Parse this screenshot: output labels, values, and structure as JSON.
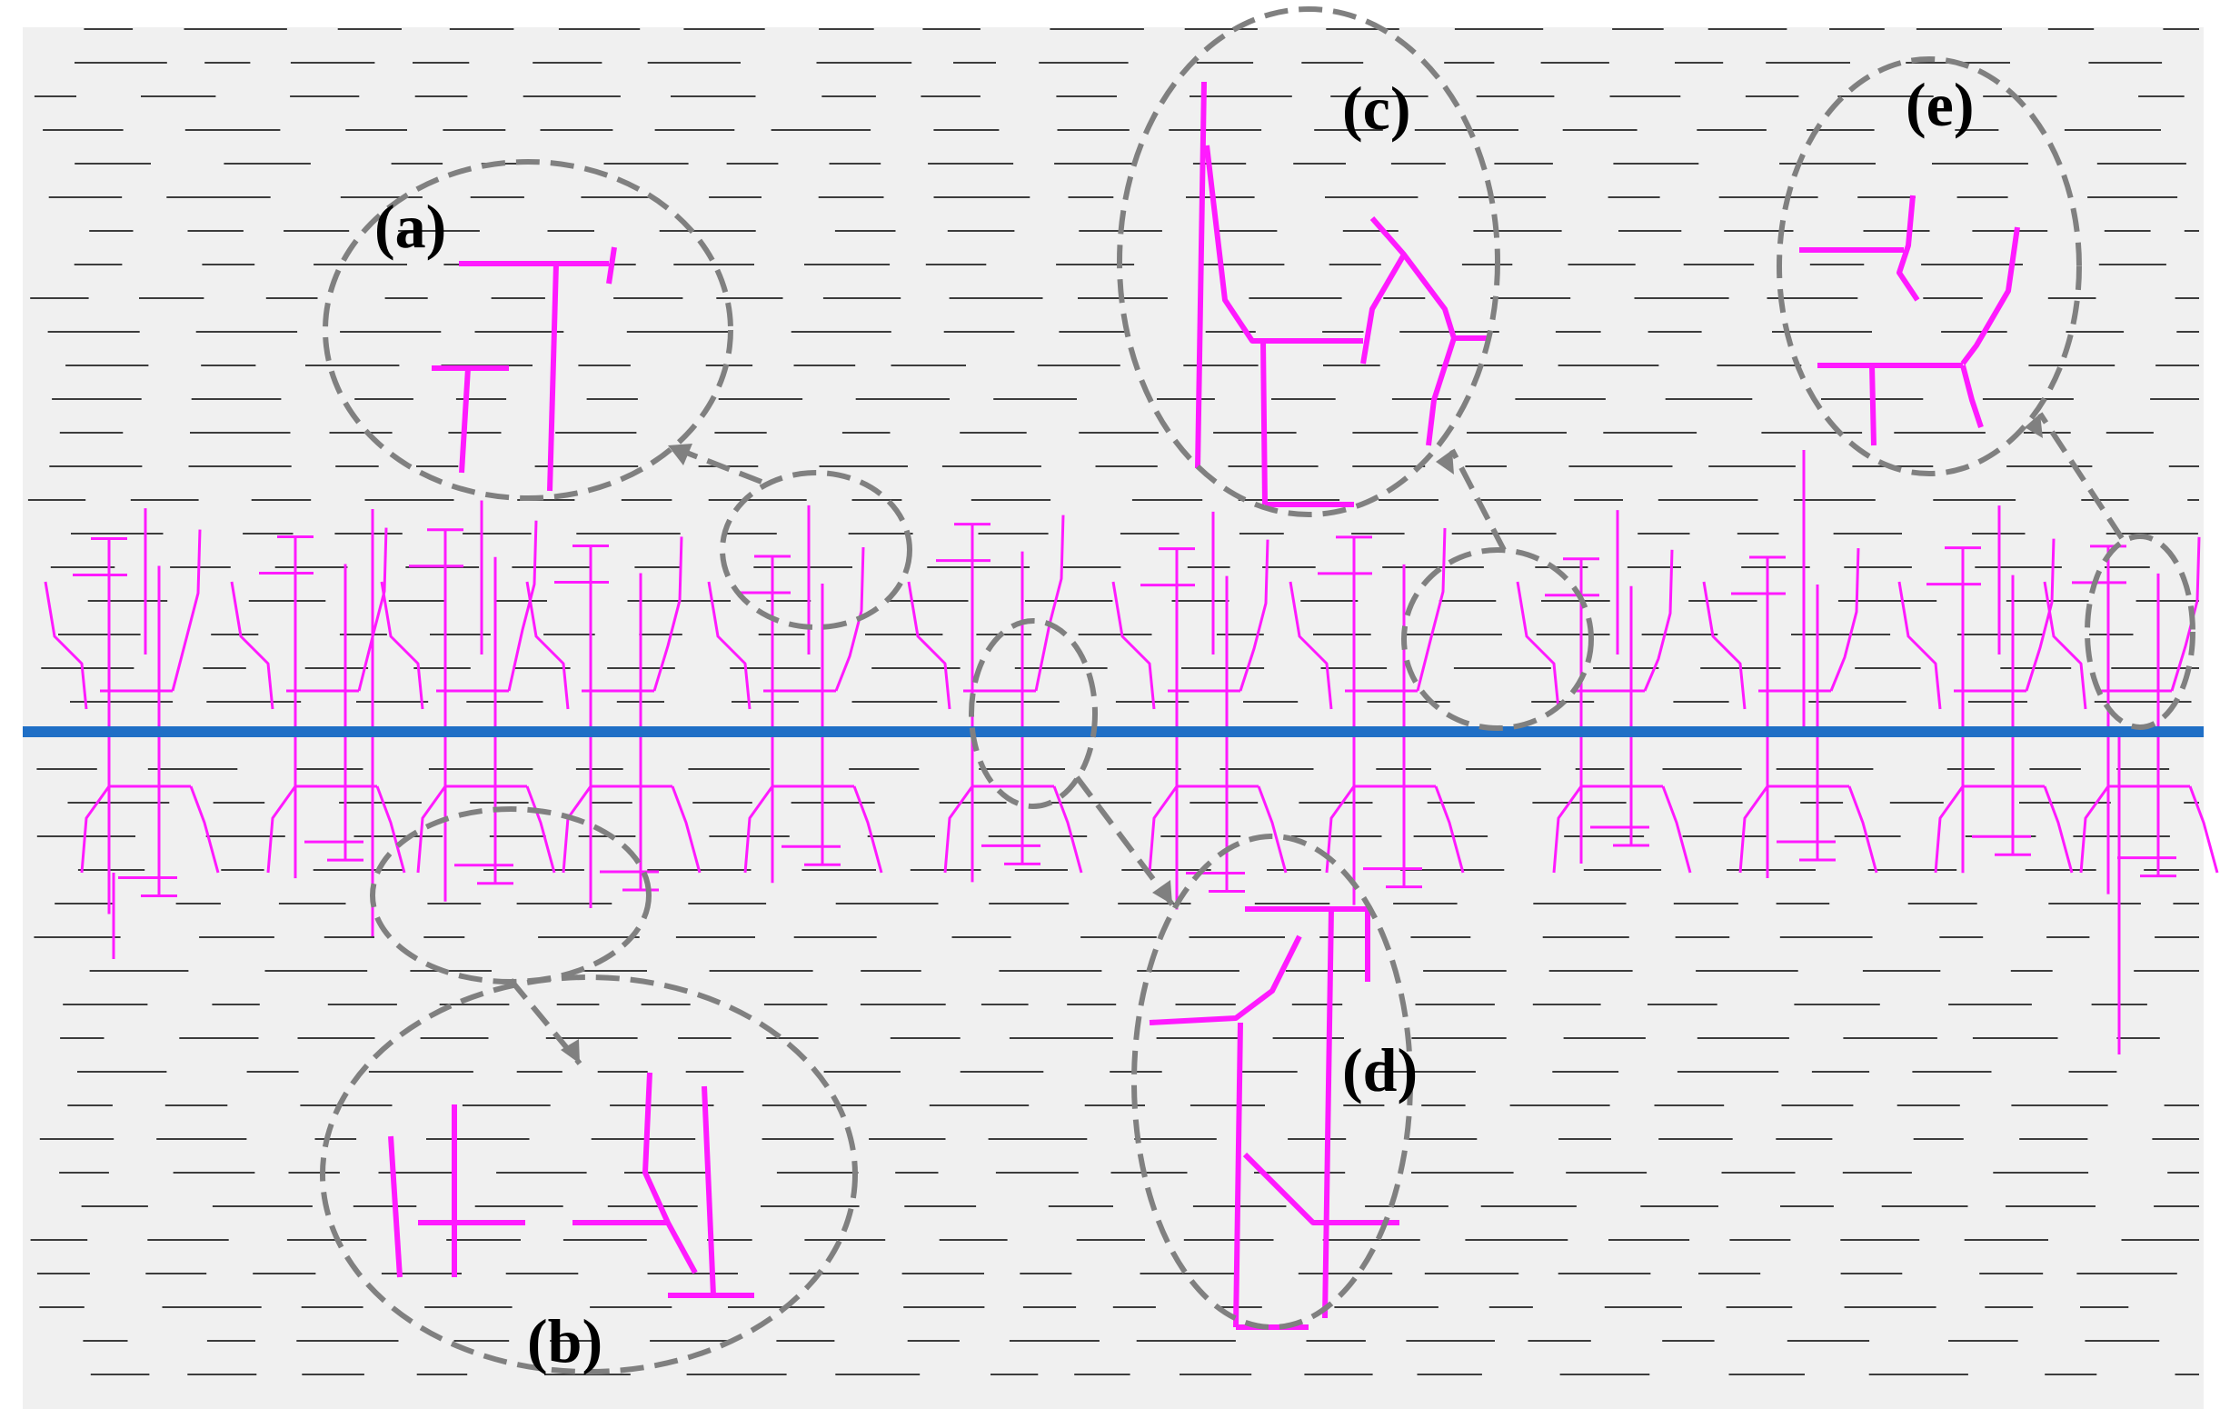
{
  "colors": {
    "background": "#f0f0f0",
    "bedding": "#3c3c3c",
    "fracture": "#ff1aff",
    "wellbore": "#1f6fc6",
    "callout": "#808080"
  },
  "labels": {
    "a": "(a)",
    "b": "(b)",
    "c": "(c)",
    "d": "(d)",
    "e": "(e)"
  }
}
